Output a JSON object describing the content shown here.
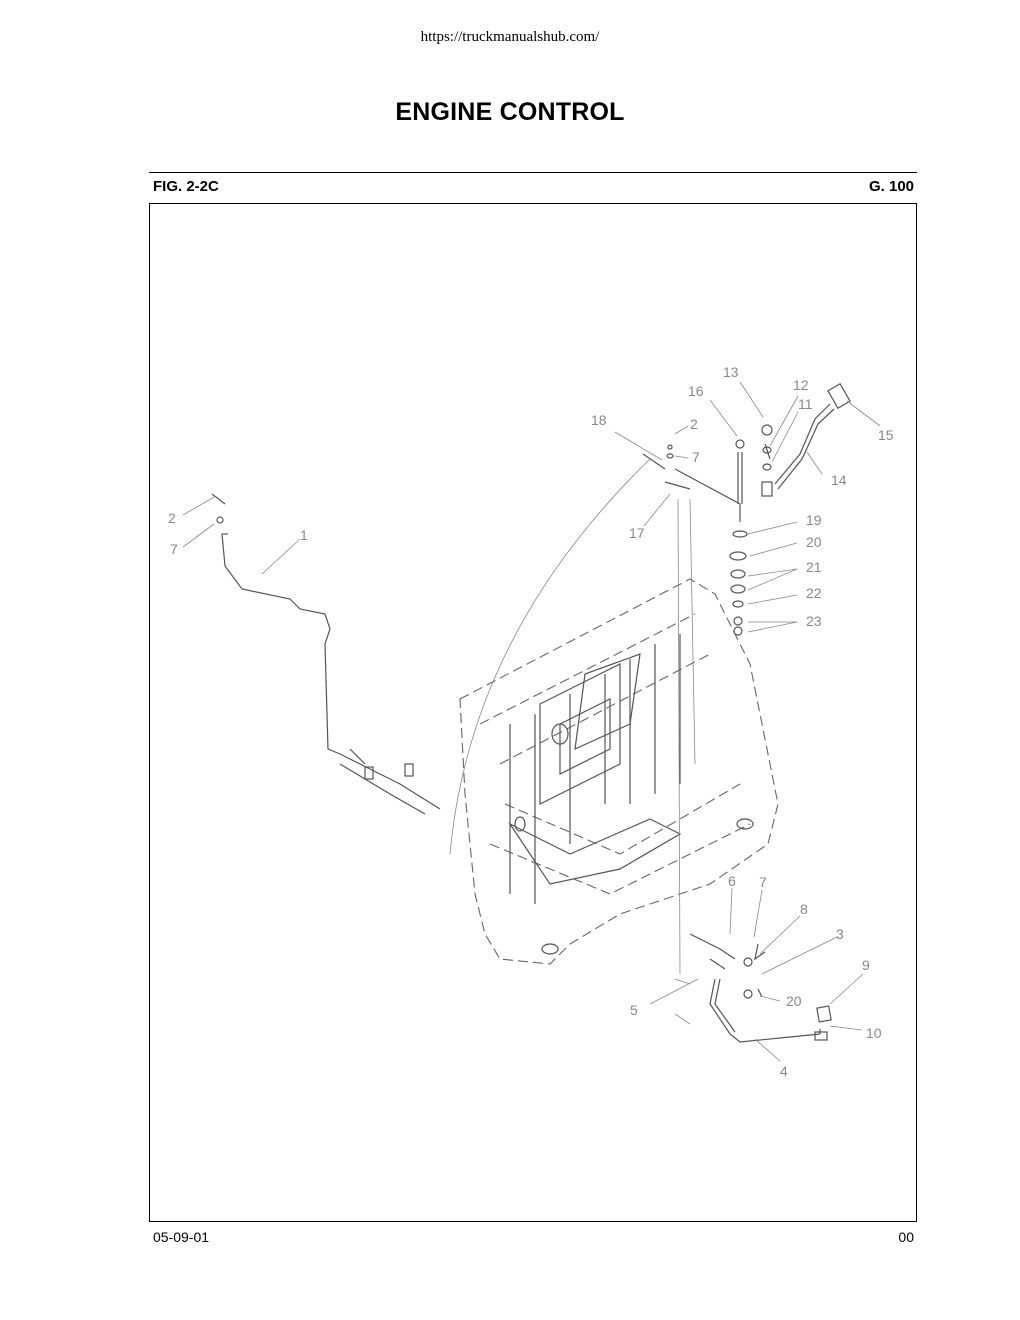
{
  "header": {
    "url": "https://truckmanualshub.com/",
    "title": "ENGINE CONTROL"
  },
  "figure": {
    "label": "FIG. 2-2C",
    "group": "G. 100",
    "callouts": [
      "13",
      "16",
      "12",
      "11",
      "15",
      "18",
      "2",
      "7",
      "14",
      "17",
      "19",
      "20",
      "21",
      "22",
      "23",
      "2",
      "7",
      "1",
      "6",
      "7",
      "8",
      "3",
      "9",
      "5",
      "20",
      "10",
      "4"
    ]
  },
  "footer": {
    "date": "05-09-01",
    "page": "00"
  }
}
